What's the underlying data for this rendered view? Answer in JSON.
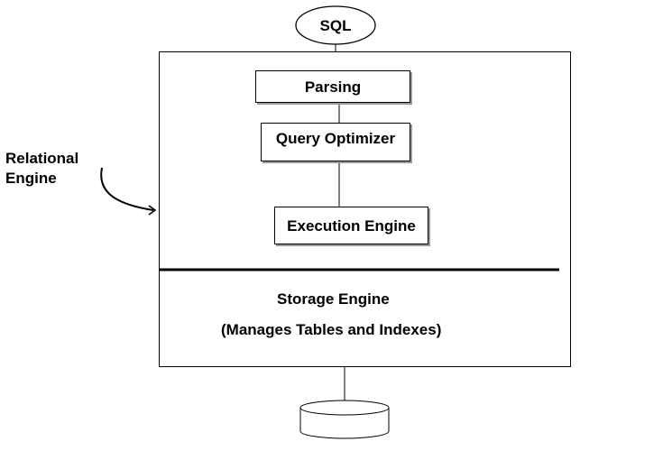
{
  "diagram": {
    "input": "SQL",
    "components": {
      "parsing": "Parsing",
      "optimizer": "Query Optimizer",
      "execution": "Execution Engine",
      "storage_title": "Storage Engine",
      "storage_subtitle": "(Manages Tables and Indexes)"
    },
    "callout": {
      "line1": "Relational",
      "line2": "Engine"
    }
  }
}
